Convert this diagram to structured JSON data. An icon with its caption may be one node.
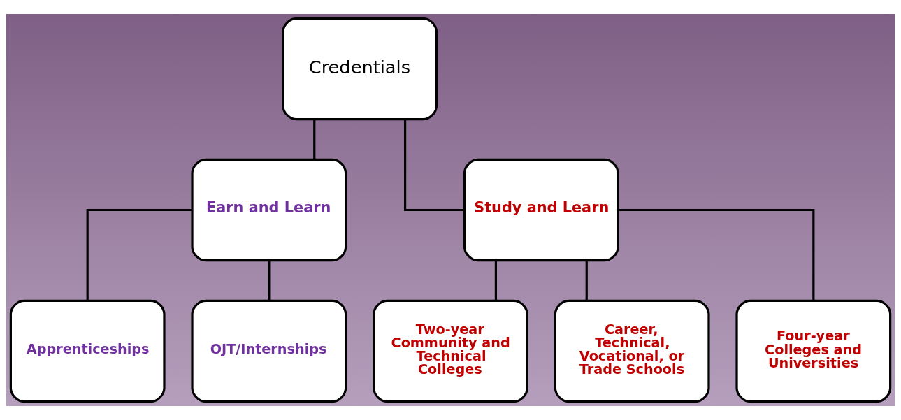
{
  "diagram": {
    "nodes": [
      {
        "text": [
          "Credentials"
        ]
      },
      {
        "text": [
          "Earn and Learn"
        ]
      },
      {
        "text": [
          "Study and Learn"
        ]
      },
      {
        "text": [
          "Apprenticeships"
        ]
      },
      {
        "text": [
          "OJT/Internships"
        ]
      },
      {
        "text": [
          "Two-year Community and Technical Colleges"
        ]
      },
      {
        "text": [
          "Career, Technical, Vocational, or Trade Schools"
        ]
      },
      {
        "text": [
          "Four-year Colleges and Universities"
        ]
      }
    ],
    "edges": [
      {
        "from": 0,
        "to": 1,
        "arrow": "none"
      },
      {
        "from": 0,
        "to": 2,
        "arrow": "none"
      },
      {
        "from": 1,
        "to": 3,
        "arrow": "none"
      },
      {
        "from": 1,
        "to": 4,
        "arrow": "none"
      },
      {
        "from": 2,
        "to": 5,
        "arrow": "none"
      },
      {
        "from": 2,
        "to": 6,
        "arrow": "none"
      },
      {
        "from": 2,
        "to": 7,
        "arrow": "none"
      }
    ]
  }
}
